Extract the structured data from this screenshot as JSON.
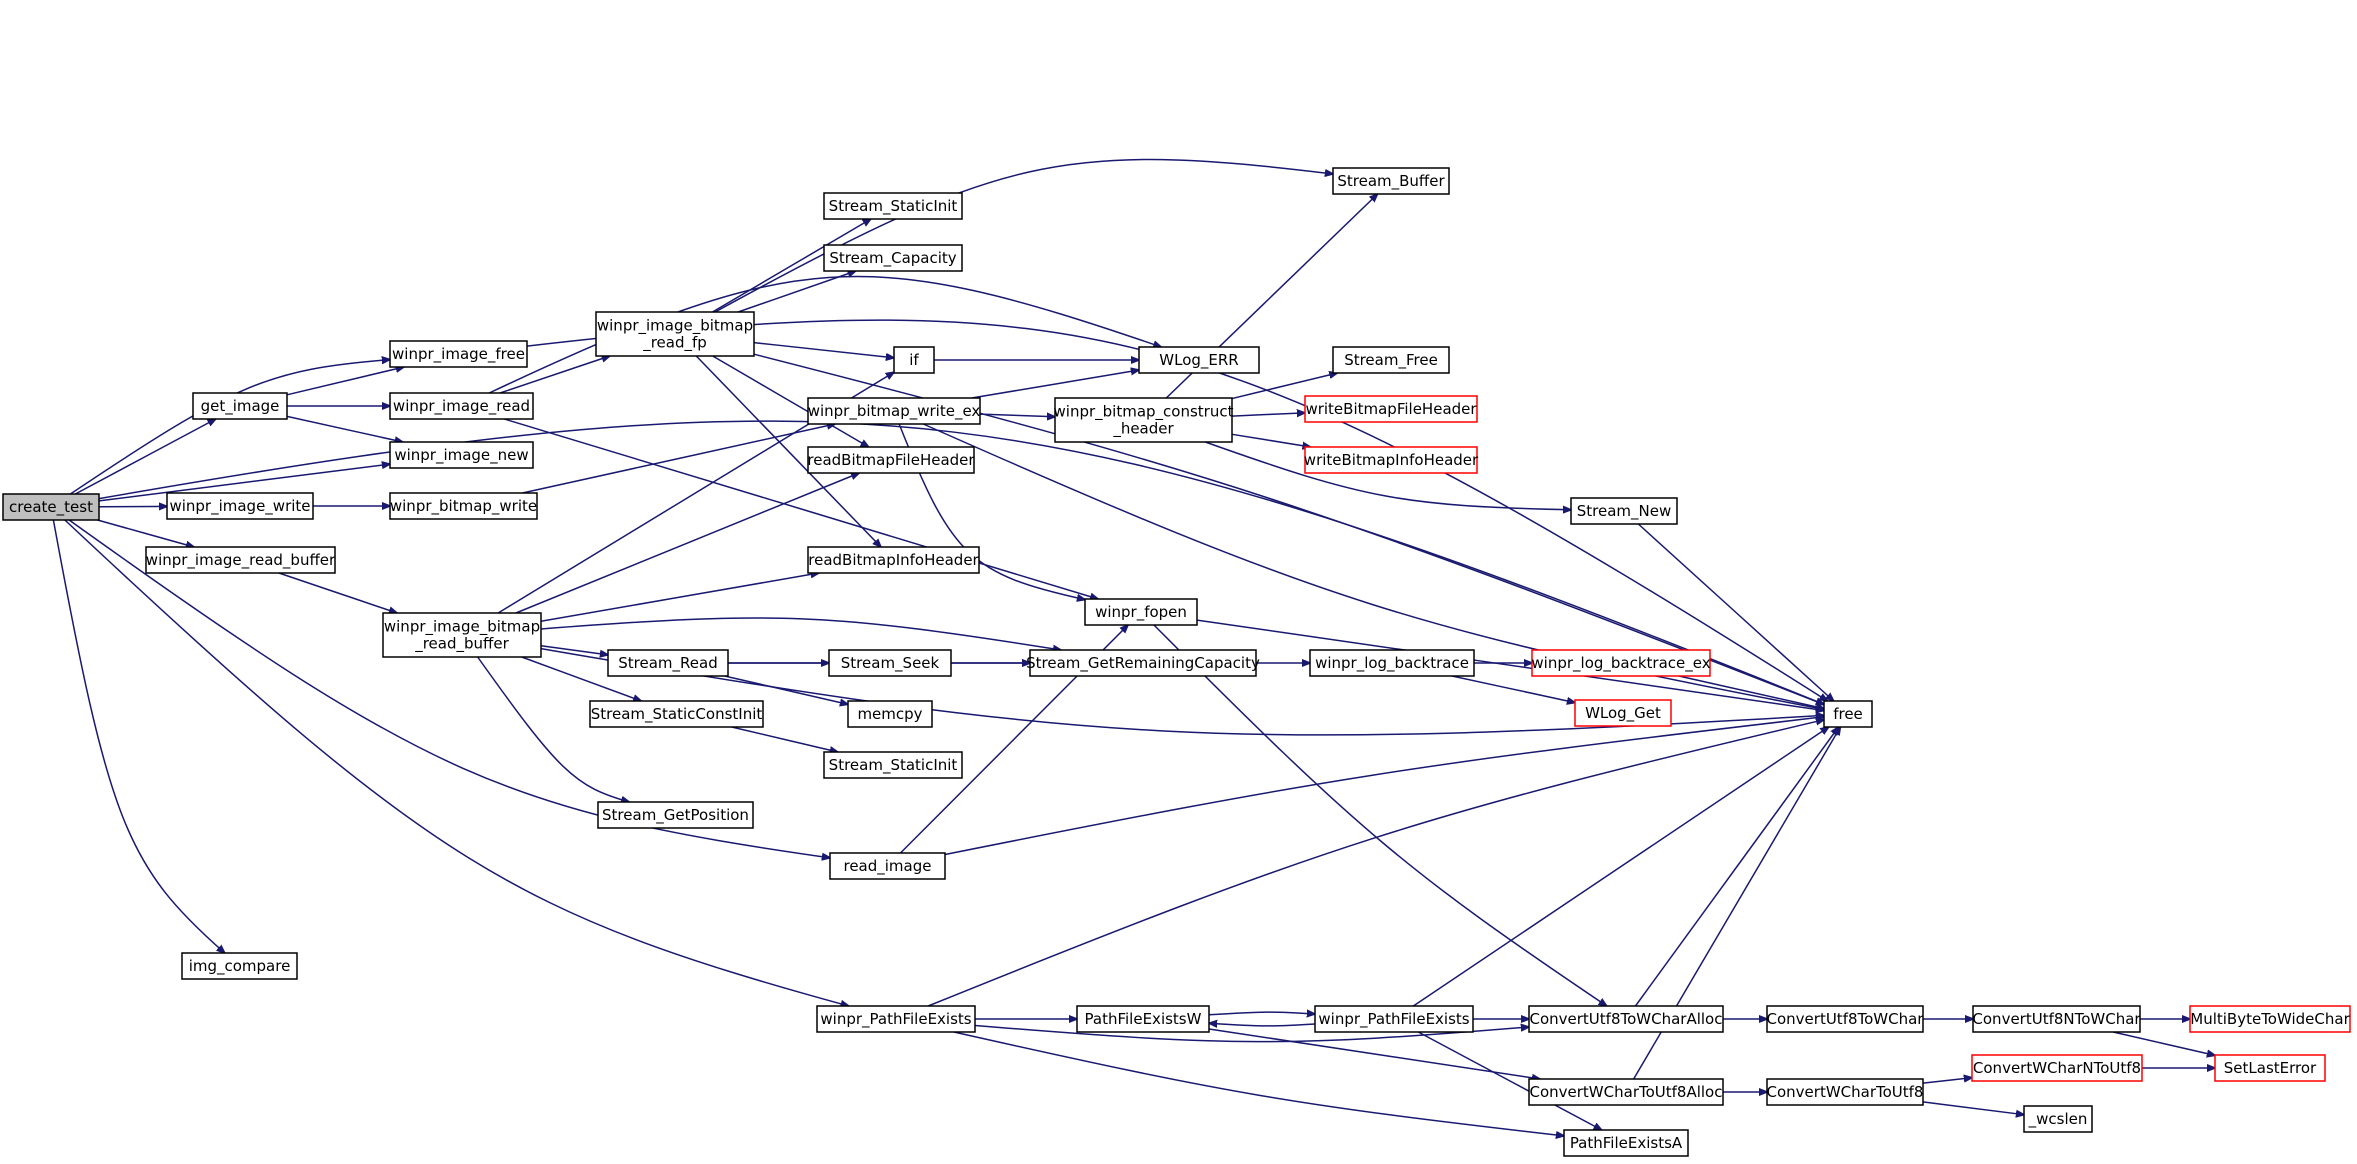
{
  "graph": {
    "colors": {
      "edge": "#191970",
      "node_border": "#000000",
      "truncated_border": "#ff0000",
      "root_fill": "#bfbfbf",
      "node_fill": "#ffffff"
    },
    "nodes": [
      {
        "id": "create_test",
        "lines": [
          "create_test"
        ],
        "root": true
      },
      {
        "id": "get_image",
        "lines": [
          "get_image"
        ]
      },
      {
        "id": "winpr_image_free",
        "lines": [
          "winpr_image_free"
        ]
      },
      {
        "id": "winpr_image_read",
        "lines": [
          "winpr_image_read"
        ]
      },
      {
        "id": "winpr_image_new",
        "lines": [
          "winpr_image_new"
        ]
      },
      {
        "id": "winpr_image_write",
        "lines": [
          "winpr_image_write"
        ]
      },
      {
        "id": "winpr_bitmap_write",
        "lines": [
          "winpr_bitmap_write"
        ]
      },
      {
        "id": "winpr_image_read_buffer",
        "lines": [
          "winpr_image_read_buffer"
        ]
      },
      {
        "id": "winpr_image_bitmap_read_buffer",
        "lines": [
          "winpr_image_bitmap",
          "_read_buffer"
        ]
      },
      {
        "id": "winpr_image_bitmap_read_fp",
        "lines": [
          "winpr_image_bitmap",
          "_read_fp"
        ]
      },
      {
        "id": "img_compare",
        "lines": [
          "img_compare"
        ]
      },
      {
        "id": "Stream_StaticInit_top",
        "lines": [
          "Stream_StaticInit"
        ]
      },
      {
        "id": "Stream_Capacity",
        "lines": [
          "Stream_Capacity"
        ]
      },
      {
        "id": "if",
        "lines": [
          "if"
        ]
      },
      {
        "id": "winpr_bitmap_write_ex",
        "lines": [
          "winpr_bitmap_write_ex"
        ]
      },
      {
        "id": "readBitmapFileHeader",
        "lines": [
          "readBitmapFileHeader"
        ]
      },
      {
        "id": "readBitmapInfoHeader",
        "lines": [
          "readBitmapInfoHeader"
        ]
      },
      {
        "id": "Stream_Read",
        "lines": [
          "Stream_Read"
        ]
      },
      {
        "id": "Stream_StaticConstInit",
        "lines": [
          "Stream_StaticConstInit"
        ]
      },
      {
        "id": "Stream_GetPosition",
        "lines": [
          "Stream_GetPosition"
        ]
      },
      {
        "id": "Stream_Seek",
        "lines": [
          "Stream_Seek"
        ]
      },
      {
        "id": "memcpy",
        "lines": [
          "memcpy"
        ]
      },
      {
        "id": "Stream_StaticInit_bottom",
        "lines": [
          "Stream_StaticInit"
        ]
      },
      {
        "id": "read_image",
        "lines": [
          "read_image"
        ]
      },
      {
        "id": "winpr_fopen",
        "lines": [
          "winpr_fopen"
        ]
      },
      {
        "id": "Stream_GetRemainingCapacity",
        "lines": [
          "Stream_GetRemainingCapacity"
        ]
      },
      {
        "id": "WLog_ERR",
        "lines": [
          "WLog_ERR"
        ]
      },
      {
        "id": "winpr_bitmap_construct_header",
        "lines": [
          "winpr_bitmap_construct",
          "_header"
        ]
      },
      {
        "id": "Stream_Buffer",
        "lines": [
          "Stream_Buffer"
        ]
      },
      {
        "id": "Stream_Free",
        "lines": [
          "Stream_Free"
        ]
      },
      {
        "id": "writeBitmapFileHeader",
        "lines": [
          "writeBitmapFileHeader"
        ],
        "truncated": true
      },
      {
        "id": "writeBitmapInfoHeader",
        "lines": [
          "writeBitmapInfoHeader"
        ],
        "truncated": true
      },
      {
        "id": "Stream_New",
        "lines": [
          "Stream_New"
        ]
      },
      {
        "id": "winpr_log_backtrace",
        "lines": [
          "winpr_log_backtrace"
        ]
      },
      {
        "id": "winpr_log_backtrace_ex",
        "lines": [
          "winpr_log_backtrace_ex"
        ],
        "truncated": true
      },
      {
        "id": "WLog_Get",
        "lines": [
          "WLog_Get"
        ],
        "truncated": true
      },
      {
        "id": "free",
        "lines": [
          "free"
        ]
      },
      {
        "id": "winpr_PathFileExists_left",
        "lines": [
          "winpr_PathFileExists"
        ]
      },
      {
        "id": "PathFileExistsW",
        "lines": [
          "PathFileExistsW"
        ]
      },
      {
        "id": "winpr_PathFileExists_mid",
        "lines": [
          "winpr_PathFileExists"
        ]
      },
      {
        "id": "ConvertUtf8ToWCharAlloc",
        "lines": [
          "ConvertUtf8ToWCharAlloc"
        ]
      },
      {
        "id": "ConvertWCharToUtf8Alloc",
        "lines": [
          "ConvertWCharToUtf8Alloc"
        ]
      },
      {
        "id": "PathFileExistsA",
        "lines": [
          "PathFileExistsA"
        ]
      },
      {
        "id": "ConvertUtf8ToWChar",
        "lines": [
          "ConvertUtf8ToWChar"
        ]
      },
      {
        "id": "ConvertWCharToUtf8",
        "lines": [
          "ConvertWCharToUtf8"
        ]
      },
      {
        "id": "ConvertUtf8NToWChar",
        "lines": [
          "ConvertUtf8NToWChar"
        ]
      },
      {
        "id": "ConvertWCharNToUtf8",
        "lines": [
          "ConvertWCharNToUtf8"
        ],
        "truncated": true
      },
      {
        "id": "_wcslen",
        "lines": [
          "_wcslen"
        ]
      },
      {
        "id": "MultiByteToWideChar",
        "lines": [
          "MultiByteToWideChar"
        ],
        "truncated": true
      },
      {
        "id": "SetLastError",
        "lines": [
          "SetLastError"
        ],
        "truncated": true
      }
    ]
  }
}
